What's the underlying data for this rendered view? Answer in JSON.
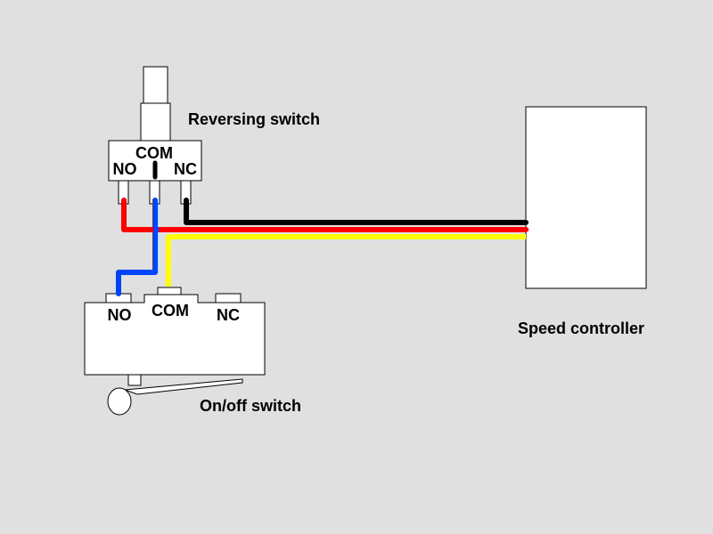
{
  "labels": {
    "reversing_switch": "Reversing switch",
    "onoff_switch": "On/off switch",
    "speed_controller": "Speed controller"
  },
  "reversing_terminals": {
    "com": "COM",
    "no": "NO",
    "nc": "NC"
  },
  "onoff_terminals": {
    "no": "NO",
    "com": "COM",
    "nc": "NC"
  },
  "colors": {
    "background": "#e0e0e0",
    "wire_black": "#000000",
    "wire_red": "#ff0000",
    "wire_yellow": "#ffff00",
    "wire_blue": "#0044ff"
  }
}
